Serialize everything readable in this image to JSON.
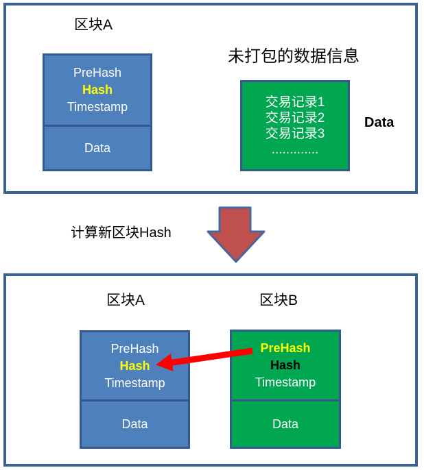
{
  "colors": {
    "panel_border": "#3A6191",
    "block_border": "#34598C",
    "blue_fill": "#4E80BC",
    "green_fill": "#00A650",
    "hash_highlight": "#FFFF00",
    "down_arrow_fill": "#C0504D",
    "down_arrow_border": "#44679C",
    "link_arrow": "#FF0000"
  },
  "top_panel": {
    "block_a_title": "区块A",
    "unpacked_heading": "未打包的数据信息",
    "block_a": {
      "lines": [
        "PreHash",
        "Hash",
        "Timestamp"
      ],
      "data_label": "Data"
    },
    "tx_box": {
      "lines": [
        "交易记录1",
        "交易记录2",
        "交易记录3",
        "............."
      ]
    },
    "data_annotation": "Data"
  },
  "middle": {
    "caption": "计算新区块Hash"
  },
  "bottom_panel": {
    "block_a_title": "区块A",
    "block_b_title": "区块B",
    "block_a": {
      "lines": [
        "PreHash",
        "Hash",
        "Timestamp"
      ],
      "data_label": "Data"
    },
    "block_b": {
      "lines": [
        "PreHash",
        "Hash",
        "Timestamp"
      ],
      "data_label": "Data"
    }
  }
}
